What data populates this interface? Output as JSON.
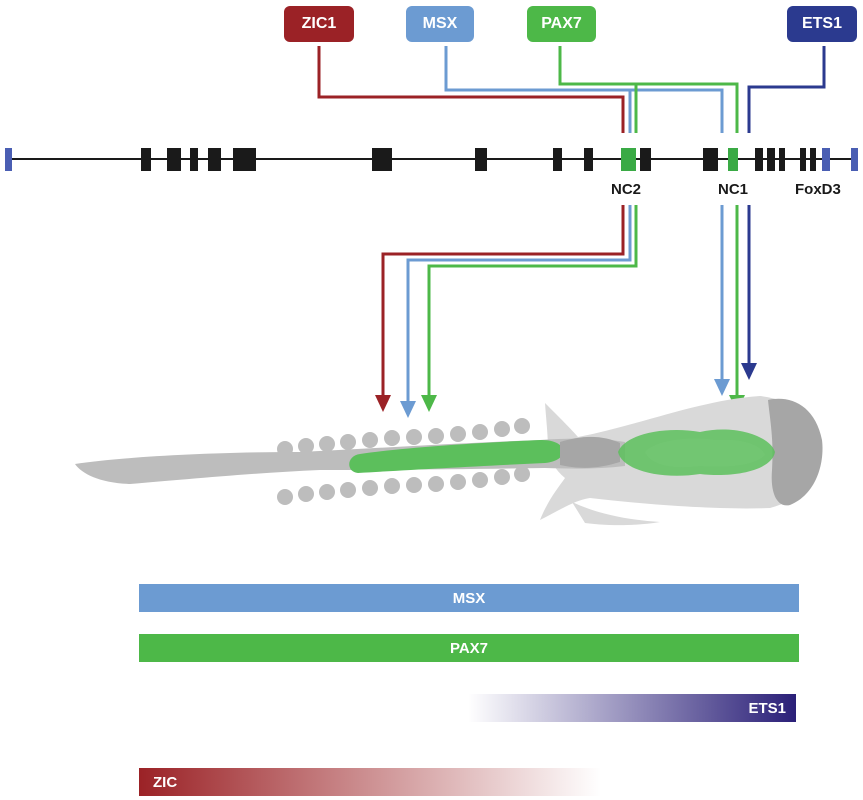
{
  "regulators": {
    "zic1": {
      "label": "ZIC1",
      "color": "#9b2226"
    },
    "msx": {
      "label": "MSX",
      "color": "#6c9bd2"
    },
    "pax7": {
      "label": "PAX7",
      "color": "#4db848"
    },
    "ets1": {
      "label": "ETS1",
      "color": "#2b3a8f"
    }
  },
  "locus": {
    "enhancer_nc2": "NC2",
    "enhancer_nc1": "NC1",
    "gene": "FoxD3",
    "enhancer_color": "#3aaa45",
    "exon_color": "#1a1a1a",
    "end_color": "#4a5eb3"
  },
  "embryo": {
    "neural_crest_color": "#5cbf5c",
    "tissue_color": "#bdbdbd"
  },
  "expression_domains": {
    "msx": {
      "label": "MSX",
      "color": "#6c9bd2"
    },
    "pax7": {
      "label": "PAX7",
      "color": "#4db848"
    },
    "ets1": {
      "label": "ETS1",
      "color": "#2a1f78"
    },
    "zic": {
      "label": "ZIC",
      "color": "#9b2226"
    }
  }
}
